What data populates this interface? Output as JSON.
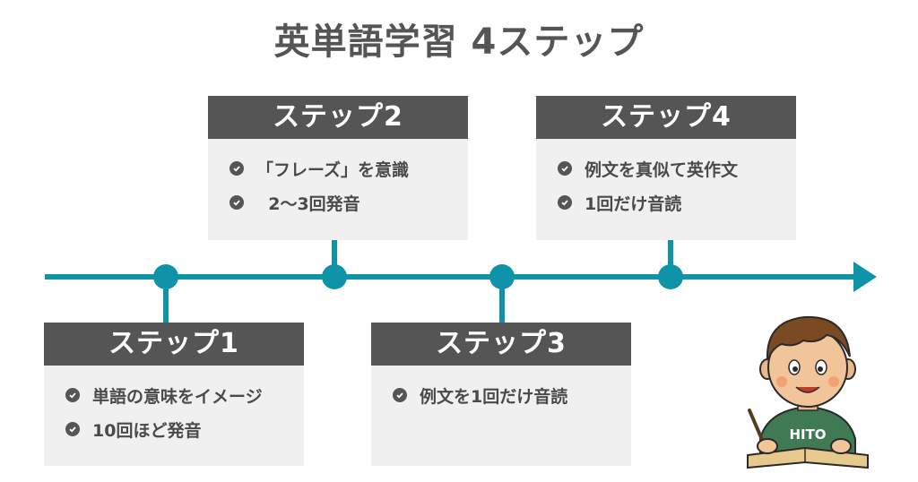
{
  "title": "英単語学習 4ステップ",
  "colors": {
    "accent": "#0e93a8",
    "header": "#555555",
    "card": "#f0f0f0",
    "text": "#4a4a4a"
  },
  "steps": [
    {
      "label": "ステップ1",
      "items": [
        "単語の意味をイメージ",
        "10回ほど発音"
      ]
    },
    {
      "label": "ステップ2",
      "items": [
        "「フレーズ」を意識",
        "  2〜3回発音"
      ]
    },
    {
      "label": "ステップ3",
      "items": [
        "例文を1回だけ音読"
      ]
    },
    {
      "label": "ステップ4",
      "items": [
        "例文を真似て英作文",
        "1回だけ音読"
      ]
    }
  ],
  "character": {
    "shirt_text": "HITO"
  }
}
